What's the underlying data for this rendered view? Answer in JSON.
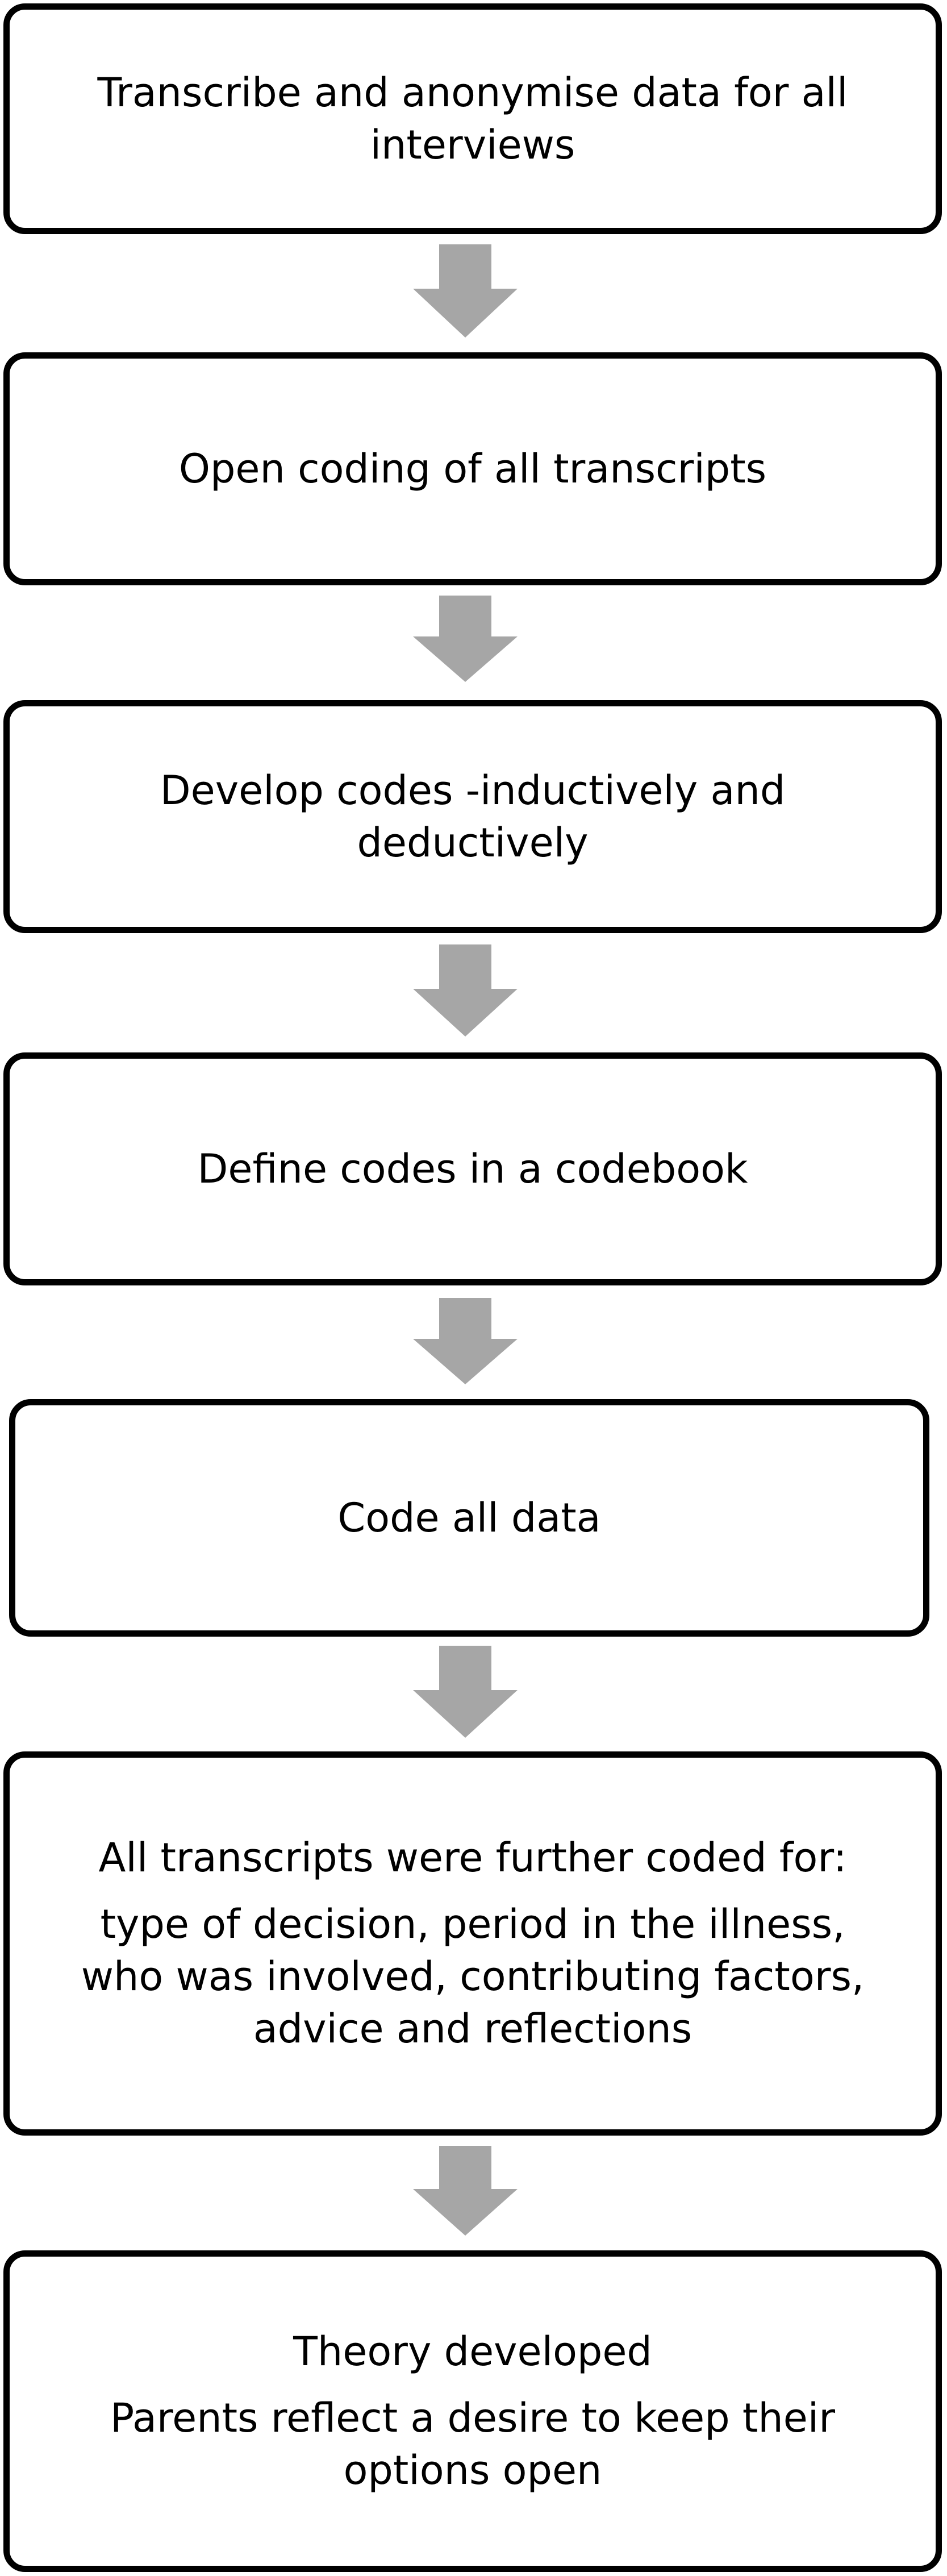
{
  "steps": [
    {
      "lines": [
        "Transcribe and anonymise data for all",
        "interviews"
      ]
    },
    {
      "lines": [
        "Open coding of all transcripts"
      ]
    },
    {
      "lines": [
        "Develop codes -inductively and",
        "deductively"
      ]
    },
    {
      "lines": [
        "Define codes in a codebook"
      ]
    },
    {
      "lines": [
        "Code all data"
      ]
    },
    {
      "heading": "All transcripts were further coded for:",
      "lines": [
        "type of decision, period in the illness,",
        "who was involved, contributing factors,",
        "advice and reflections"
      ]
    },
    {
      "heading": "Theory developed",
      "lines": [
        "Parents reflect a desire to keep their",
        "options open"
      ]
    }
  ],
  "colors": {
    "box_border": "#000000",
    "arrow_fill": "#a6a6a6"
  }
}
